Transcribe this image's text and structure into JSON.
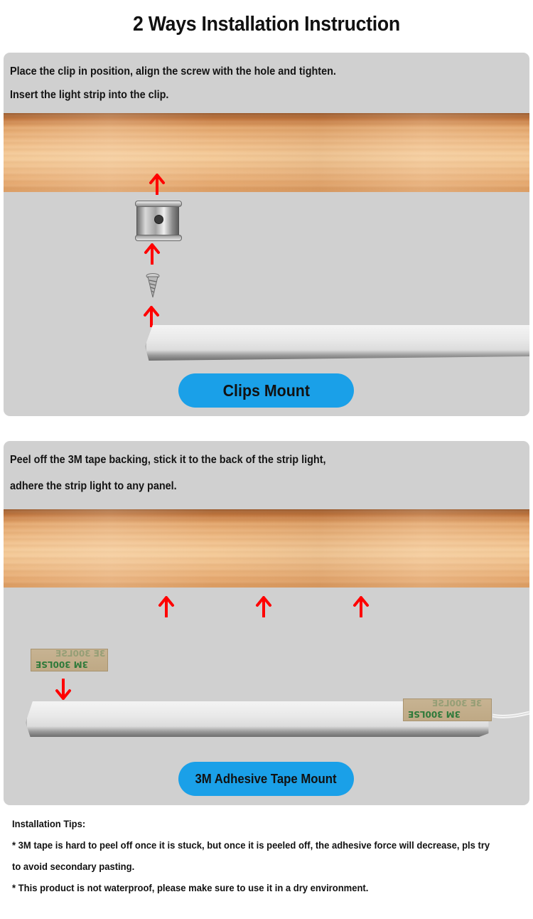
{
  "title": "2 Ways Installation Instruction",
  "clips_panel": {
    "line1": "Place the clip in position, align the screw with the hole and tighten.",
    "line2": "Insert the light strip into the clip.",
    "label": "Clips Mount"
  },
  "tape_panel": {
    "line1": "Peel off the 3M tape backing, stick it to the back of the strip light,",
    "line2": "adhere the strip light to any panel.",
    "label": "3M Adhesive Tape Mount",
    "tape_print_a": "3M 300LSE",
    "tape_print_b": "3E 300LSE"
  },
  "tips": {
    "heading": "Installation Tips:",
    "tip1_line1": "*  3M tape is hard to peel off once it is stuck, but once it is peeled off, the adhesive force will decrease, pls try",
    "tip1_line2": "to avoid secondary pasting.",
    "tip2": "*  This product is not waterproof, please make sure to use it in a dry environment."
  },
  "colors": {
    "pill": "#1aa0e8",
    "panel": "#d0d0d0",
    "arrow": "#ff0000"
  }
}
